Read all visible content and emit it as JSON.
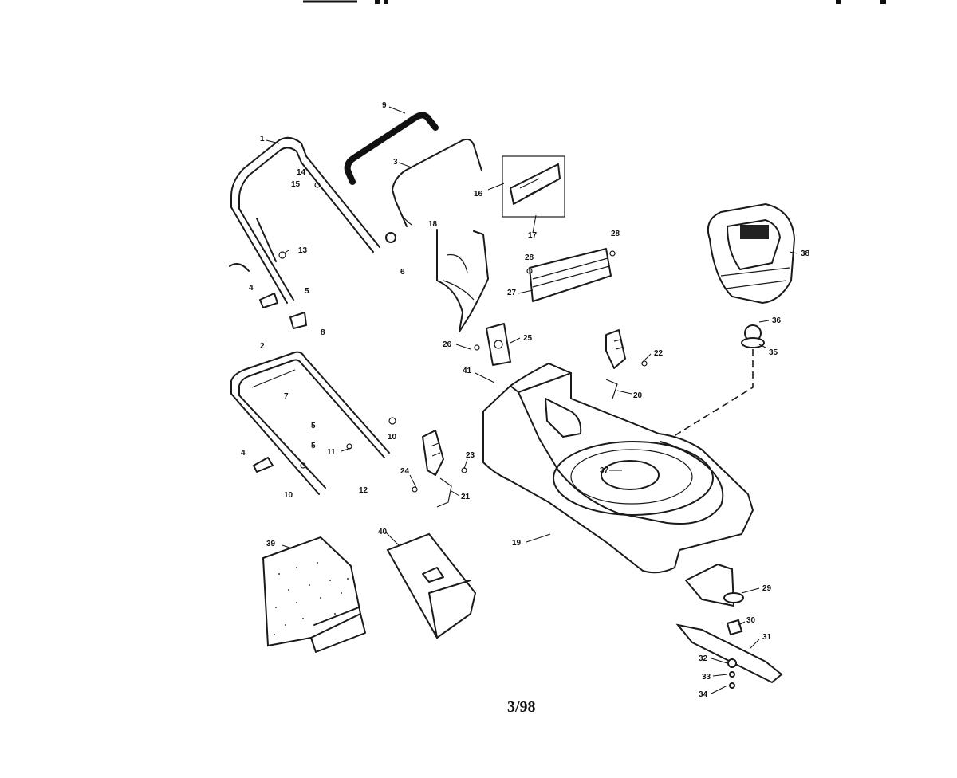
{
  "diagram": {
    "footer_code": "3/98",
    "callouts": [
      {
        "id": "c1",
        "label": "1"
      },
      {
        "id": "c9",
        "label": "9"
      },
      {
        "id": "c3",
        "label": "3"
      },
      {
        "id": "c14",
        "label": "14"
      },
      {
        "id": "c15a",
        "label": "15"
      },
      {
        "id": "c16",
        "label": "16"
      },
      {
        "id": "c17",
        "label": "17"
      },
      {
        "id": "c18",
        "label": "18"
      },
      {
        "id": "c13",
        "label": "13"
      },
      {
        "id": "c4a",
        "label": "4"
      },
      {
        "id": "c5a",
        "label": "5"
      },
      {
        "id": "c6a",
        "label": "6"
      },
      {
        "id": "c8",
        "label": "8"
      },
      {
        "id": "c28",
        "label": "28"
      },
      {
        "id": "c28b",
        "label": "28"
      },
      {
        "id": "c27",
        "label": "27"
      },
      {
        "id": "c38",
        "label": "38"
      },
      {
        "id": "c36",
        "label": "36"
      },
      {
        "id": "c35",
        "label": "35"
      },
      {
        "id": "c26",
        "label": "26"
      },
      {
        "id": "c25",
        "label": "25"
      },
      {
        "id": "c22",
        "label": "22"
      },
      {
        "id": "c41",
        "label": "41"
      },
      {
        "id": "c20",
        "label": "20"
      },
      {
        "id": "c2",
        "label": "2"
      },
      {
        "id": "c7",
        "label": "7"
      },
      {
        "id": "c5b",
        "label": "5"
      },
      {
        "id": "c5c",
        "label": "5"
      },
      {
        "id": "c10a",
        "label": "10"
      },
      {
        "id": "c11",
        "label": "11"
      },
      {
        "id": "c4b",
        "label": "4"
      },
      {
        "id": "c12",
        "label": "12"
      },
      {
        "id": "c10b",
        "label": "10"
      },
      {
        "id": "c23",
        "label": "23"
      },
      {
        "id": "c24",
        "label": "24"
      },
      {
        "id": "c21",
        "label": "21"
      },
      {
        "id": "c37",
        "label": "37"
      },
      {
        "id": "c19",
        "label": "19"
      },
      {
        "id": "c39",
        "label": "39"
      },
      {
        "id": "c40",
        "label": "40"
      },
      {
        "id": "c29",
        "label": "29"
      },
      {
        "id": "c30",
        "label": "30"
      },
      {
        "id": "c31",
        "label": "31"
      },
      {
        "id": "c32",
        "label": "32"
      },
      {
        "id": "c33",
        "label": "33"
      },
      {
        "id": "c34",
        "label": "34"
      }
    ]
  }
}
